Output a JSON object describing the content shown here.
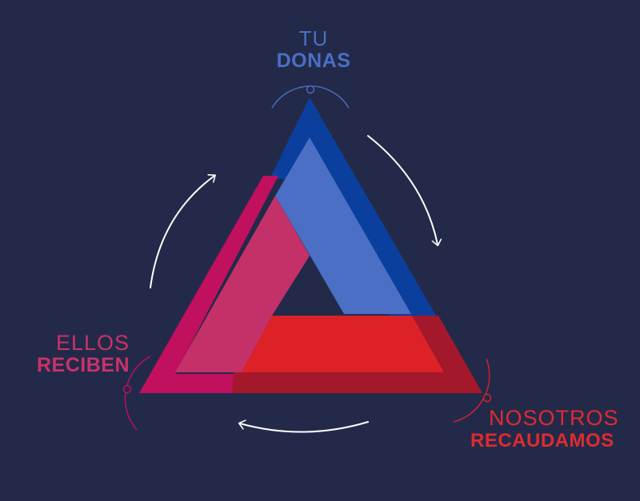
{
  "nodes": {
    "top": {
      "light": "TU",
      "bold": "DONAS",
      "color": "#4a6fc4"
    },
    "left": {
      "light": "ELLOS",
      "bold": "RECIBEN",
      "color": "#c9326a"
    },
    "right": {
      "light": "NOSOTROS",
      "bold": "RECAUDAMOS",
      "color": "#e02a30"
    }
  },
  "colors": {
    "background": "#232a49",
    "blue_dark": "#0b3f9e",
    "blue_light": "#4a6fc4",
    "magenta": "#c0105e",
    "pink": "#c33168",
    "red_dark": "#a3182a",
    "red": "#dc2127",
    "arrows": "#ffffff"
  },
  "icons": [
    "cycle-arrow-icon",
    "node-marker-icon"
  ]
}
